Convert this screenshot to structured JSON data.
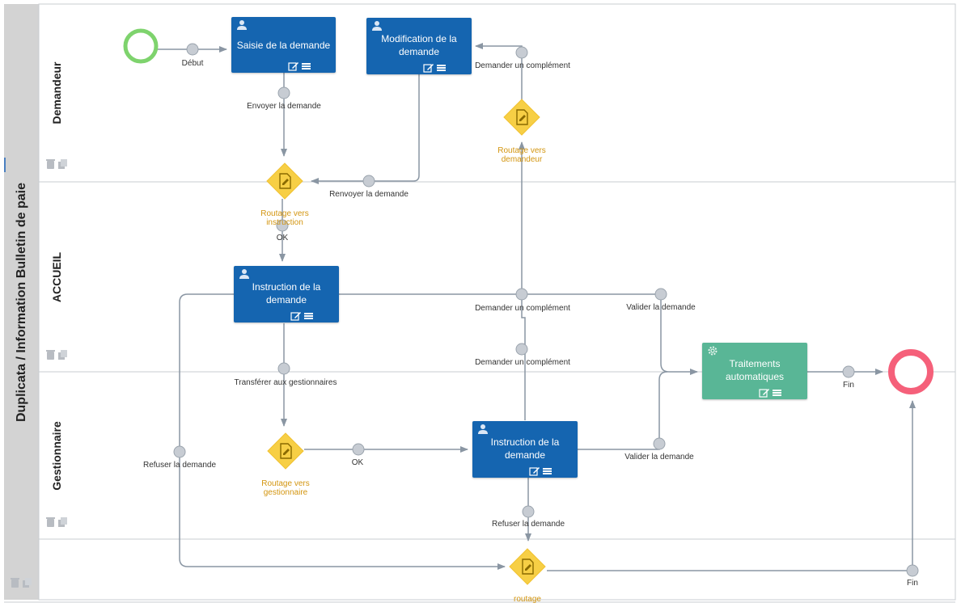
{
  "pool": {
    "title": "Duplicata / Information Bulletin de paie"
  },
  "lanes": [
    {
      "label": "Demandeur"
    },
    {
      "label": "ACCUEIL"
    },
    {
      "label": "Gestionnaire"
    },
    {
      "label": ""
    }
  ],
  "tasks": {
    "saisie": "Saisie de la demande",
    "modification": "Modification de la demande",
    "instruction_accueil": "Instruction de la demande",
    "instruction_gest": "Instruction de la demande",
    "traitements": "Traitements automatiques"
  },
  "gateways": {
    "routage_demandeur": "Routage vers demandeur",
    "routage_instruction": "Routage vers instruction",
    "routage_gestionnaire": "Routage vers gestionnaire",
    "routage": "routage"
  },
  "flows": {
    "debut": "Début",
    "envoyer": "Envoyer la demande",
    "demander_complement_top": "Demander un complément",
    "renvoyer": "Renvoyer la demande",
    "ok_accueil": "OK",
    "demander_complement_accueil": "Demander un complément",
    "valider_accueil": "Valider la demande",
    "demander_complement_gest": "Demander un complément",
    "transferer": "Transférer aux gestionnaires",
    "refuser_accueil": "Refuser la demande",
    "ok_gest": "OK",
    "valider_gest": "Valider la demande",
    "refuser_gest": "Refuser la demande",
    "fin_top": "Fin",
    "fin_bottom": "Fin"
  },
  "colors": {
    "task": "#1565b0",
    "auto_task": "#59b696",
    "start_event": "#7ed36d",
    "end_event": "#f5607a",
    "gateway": "#f7cf45",
    "gateway_label": "#d3950f",
    "connector": "#8a96a3",
    "waypoint": "#c7ccd3"
  },
  "icons": {
    "user_task": "user-icon",
    "auto_task": "gear-icon",
    "edit": "edit-icon",
    "menu": "menu-icon",
    "gateway": "document-edit-icon",
    "lane_delete": "trash-icon",
    "lane_copy": "copy-icon"
  }
}
